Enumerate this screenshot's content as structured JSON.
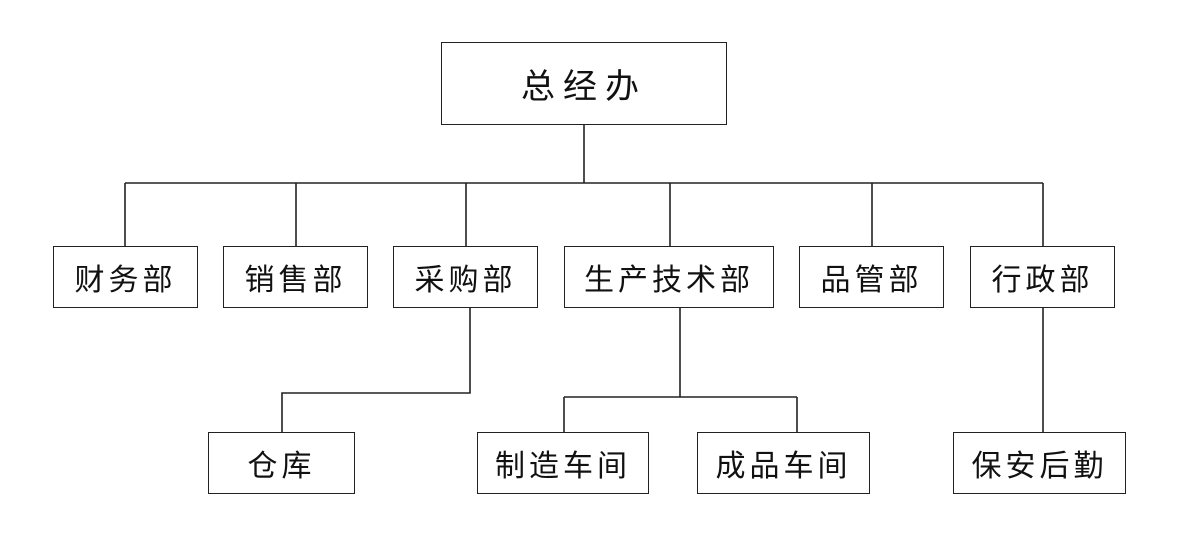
{
  "org_chart": {
    "root": {
      "label": "总经办"
    },
    "departments": [
      {
        "label": "财务部"
      },
      {
        "label": "销售部"
      },
      {
        "label": "采购部"
      },
      {
        "label": "生产技术部"
      },
      {
        "label": "品管部"
      },
      {
        "label": "行政部"
      }
    ],
    "sub_units": [
      {
        "label": "仓库",
        "parent": "采购部"
      },
      {
        "label": "制造车间",
        "parent": "生产技术部"
      },
      {
        "label": "成品车间",
        "parent": "生产技术部"
      },
      {
        "label": "保安后勤",
        "parent": "行政部"
      }
    ]
  }
}
